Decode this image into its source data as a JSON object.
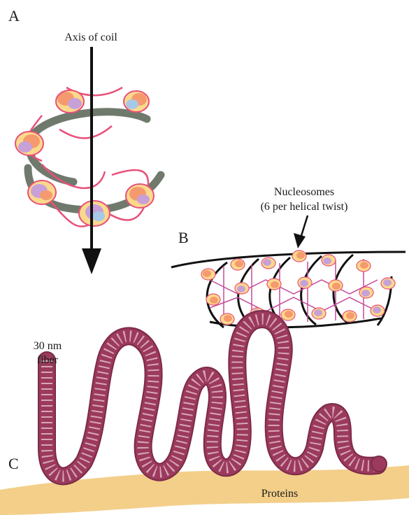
{
  "panels": {
    "a": {
      "letter": "A",
      "axis_label": "Axis of coil"
    },
    "b": {
      "letter": "B",
      "nucleosomes_line1": "Nucleosomes",
      "nucleosomes_line2": "(6 per helical twist)"
    },
    "c": {
      "letter": "C",
      "fiber_line1": "30 nm",
      "fiber_line2": "fiber",
      "proteins_label": "Proteins"
    }
  },
  "colors": {
    "nucleosome_orange": "#f59a6e",
    "nucleosome_yellow": "#fbd98c",
    "nucleosome_purple": "#c8a0d8",
    "nucleosome_blue": "#a8c8e8",
    "dna_pink": "#e8507a",
    "linker_gray": "#6f7a6c",
    "fiber_fill": "#9b3a5c",
    "fiber_stripe": "#d7a6b8",
    "protein_tan": "#f3cf8a"
  }
}
